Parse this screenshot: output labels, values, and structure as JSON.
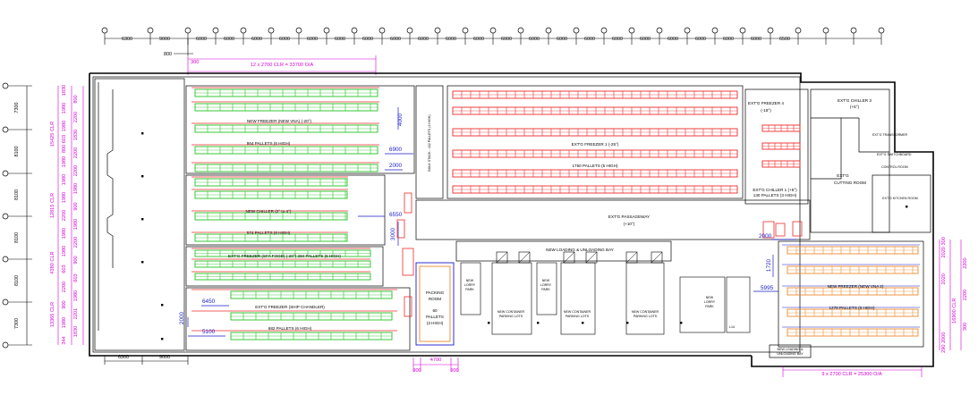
{
  "colors": {
    "wall": "#000000",
    "green_racking": "#22c322",
    "red_racking": "#ee2b2b",
    "orange_racking": "#f08a2c",
    "magenta_dims": "#d400d4",
    "blue_dims": "#1a1acc"
  },
  "top_dims": [
    "6300",
    "9000",
    "6000",
    "6000",
    "6000",
    "6000",
    "6000",
    "6000",
    "6000",
    "6000",
    "6000",
    "6000",
    "6000",
    "6000",
    "6000",
    "6000",
    "6000",
    "6000",
    "6000",
    "6000",
    "6000",
    "6000",
    "6000",
    "6500"
  ],
  "small_dims": [
    "300",
    "800"
  ],
  "left_dims": [
    "7300",
    "8100",
    "8100",
    "8100",
    "8100",
    "7300"
  ],
  "left_clr": [
    "15425 CLR",
    "12815 CLR",
    "4380 CLR",
    "13365 CLR"
  ],
  "left_sub": [
    "1830",
    "800",
    "1980",
    "2200",
    "1980",
    "1830",
    "800 603",
    "2200",
    "1980",
    "2200",
    "1980",
    "1980",
    "1980",
    "900",
    "2200",
    "1980",
    "1980",
    "2200",
    "1980",
    "900",
    "603",
    "603",
    "2200",
    "1980",
    "900",
    "2201",
    "1980",
    "1830",
    "344"
  ],
  "bottom_dims": [
    "6300",
    "9000"
  ],
  "packing_dims": [
    "900",
    "4700",
    "900"
  ],
  "notes": {
    "top_clear": "12 x 2700 CLR = 33700 O/A",
    "bottom_clear": "9 x 2700 CLR = 25300 O/A"
  },
  "right_dims": [
    "2020 300",
    "2200",
    "2020",
    "2200",
    "16900 CLR",
    "300",
    "290 2000"
  ],
  "blue_dims": [
    "4000",
    "6900",
    "2000",
    "6550",
    "3000",
    "6450",
    "5100",
    "2000",
    "5995",
    "1720",
    "2000"
  ],
  "rooms": {
    "new_freezer_vna": "NEW FREEZER (NEW VNA)  (-20°)",
    "new_freezer_pallets": "864 PALLETS (6 HIGH)",
    "new_chiller": "NEW CHILLER  (2° to 4°)",
    "new_chiller_pallets": "574 PALLETS (6 HIGH)",
    "freezer_sfa": "EXT'G FREEZER (SFA FOOD)  (-20°)   284 PALLETS (6 HIGH)",
    "freezer_ship": "EXT'G FREEZER (SHIP CHANDLER)",
    "freezer_ship_pallets": "682 PALLETS (6 HIGH)",
    "bulk_stack": "BULK STACK - 432 PALLETS (4 HIGH)",
    "freezer_1": "EXT'G FREEZER 1  (-25°)",
    "freezer_1_pallets": "1750 PALLETS (5 HIGH)",
    "freezer_4": "EXT'G FREEZER 4",
    "freezer_4_temp": "(-18°)",
    "chiller_3": "EXT'G CHILLER 3",
    "chiller_3_temp": "(+5°)",
    "chiller_1": "EXT'G CHILLER 1  (+5°)",
    "chiller_1_pallets": "130 PALLETS (3 HIGH)",
    "cutting_room_1": "EXT'G",
    "cutting_room_2": "CUTTING ROOM",
    "transformer": "EXT'G TRANSFORMER",
    "switchboard": "EXT'G SWITCHBOARD",
    "control_room": "CONTROL ROOM",
    "kitchen": "EXT'G KITCHEN ROOM",
    "passageway": "EXT'G PASSAGEWAY",
    "passageway_temp": "(+10°)",
    "loading_bay": "NEW LOADING & UNLOADING BAY",
    "packing_room_1": "PACKING",
    "packing_room_2": "ROOM",
    "packing_pallets_1": "60",
    "packing_pallets_2": "PALLETS",
    "packing_pallets_3": "(3 HIGH)",
    "new_lorry_park_1": "NEW",
    "new_lorry_park_2": "LORRY",
    "new_lorry_park_3": "PARK",
    "container_park_1": "NEW CONTAINER",
    "container_park_2": "PARKING LOTS",
    "new_freezer_vna2": "NEW FREEZER (NEW VNA 2)",
    "new_freezer_vna2_pallets": "1278 PALLETS (6 HIGH)",
    "new_loading_1": "NEW LOADING &",
    "new_loading_2": "UNLOADING BAY",
    "l14": "L14"
  }
}
